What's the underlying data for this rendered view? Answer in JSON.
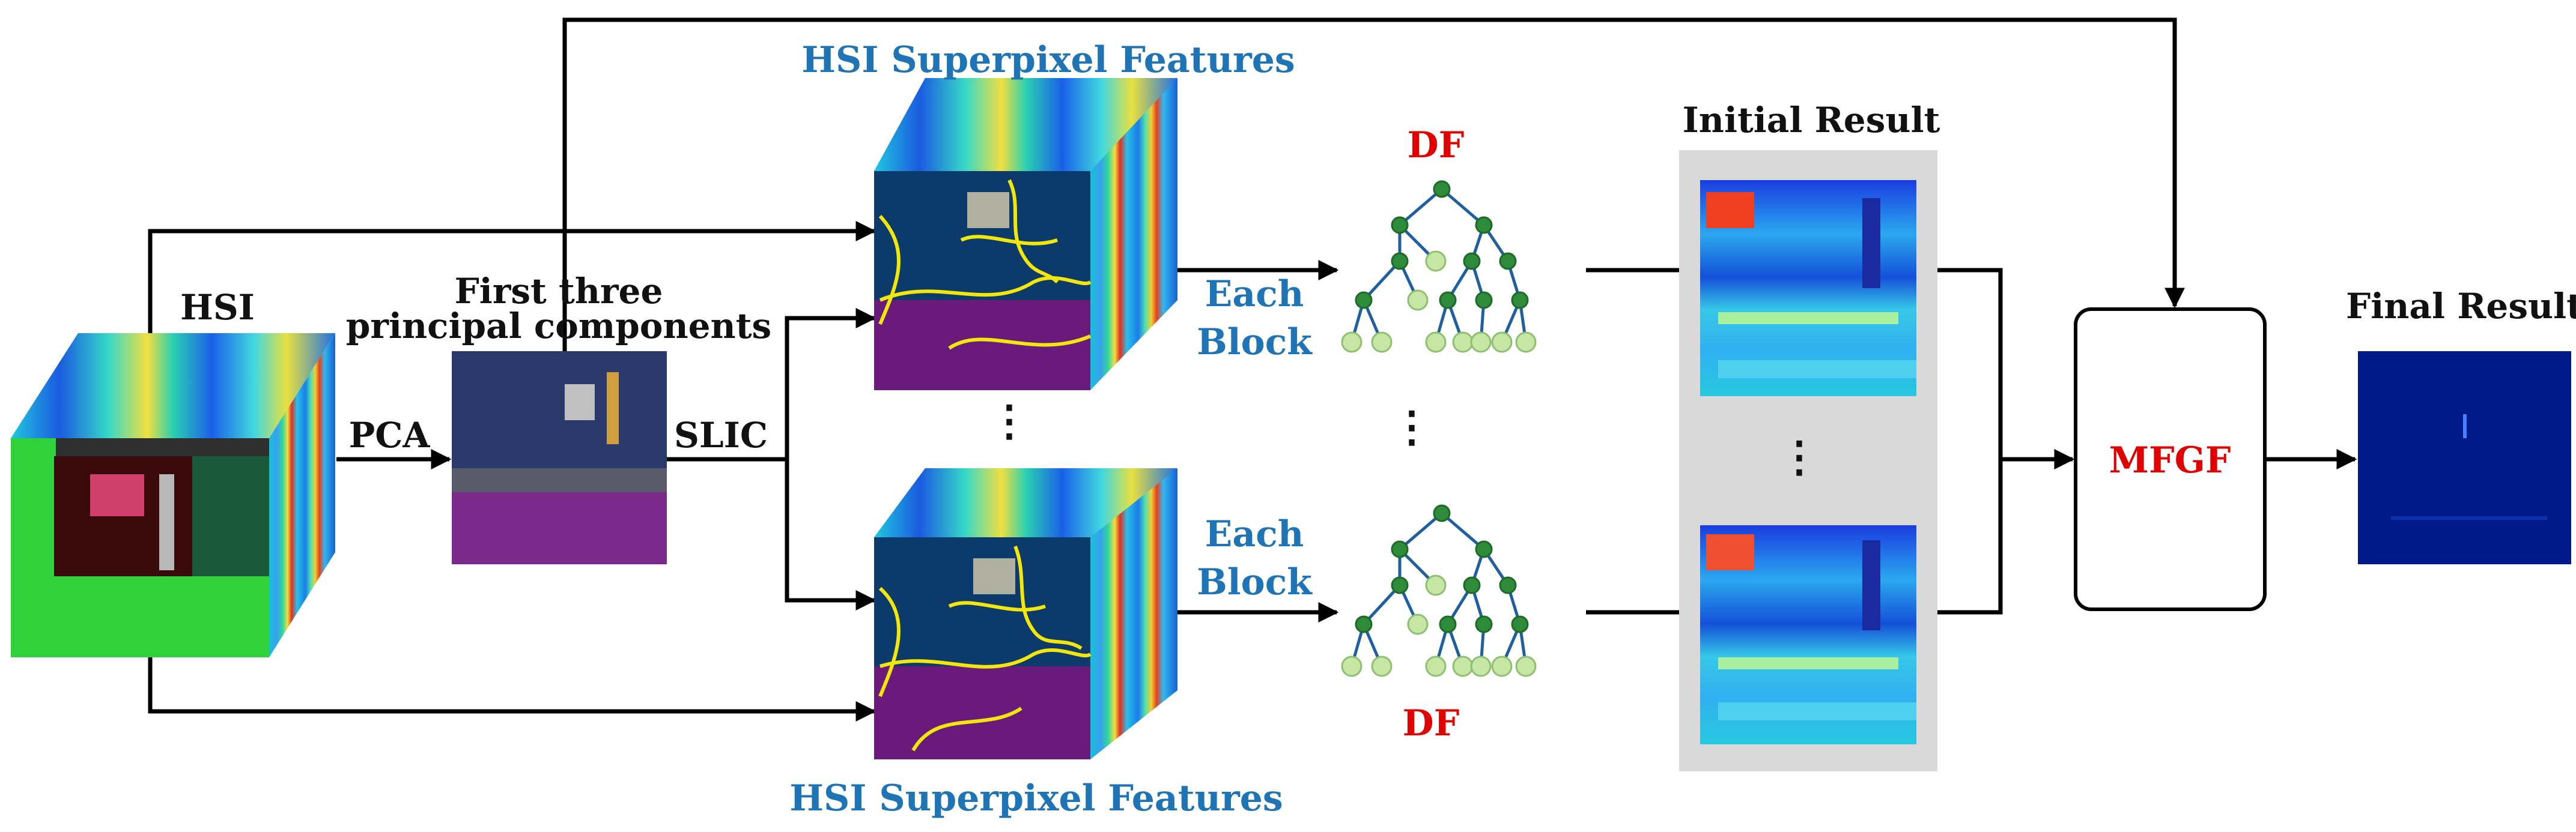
{
  "labels": {
    "hsi": "HSI",
    "pca_output_line1": "First  three",
    "pca_output_line2": "principal components",
    "pca": "PCA",
    "slic": "SLIC",
    "superpixel_top": "HSI Superpixel Features",
    "superpixel_bottom": "HSI Superpixel Features",
    "each_top": "Each",
    "block_top": "Block",
    "each_bottom": "Each",
    "block_bottom": "Block",
    "df_top": "DF",
    "df_bottom": "DF",
    "initial_result": "Initial Result",
    "mfgf": "MFGF",
    "final_result": "Final Result",
    "ellipsis": "⋮"
  },
  "colors": {
    "text": "#111111",
    "blue_label": "#1f74b6",
    "red_label": "#e00000",
    "tree_node": "#2e8b3a",
    "tree_leaf": "#c6e6a6",
    "panel_gray": "#d9d9d9",
    "segment_lines": "#f2e60a"
  }
}
